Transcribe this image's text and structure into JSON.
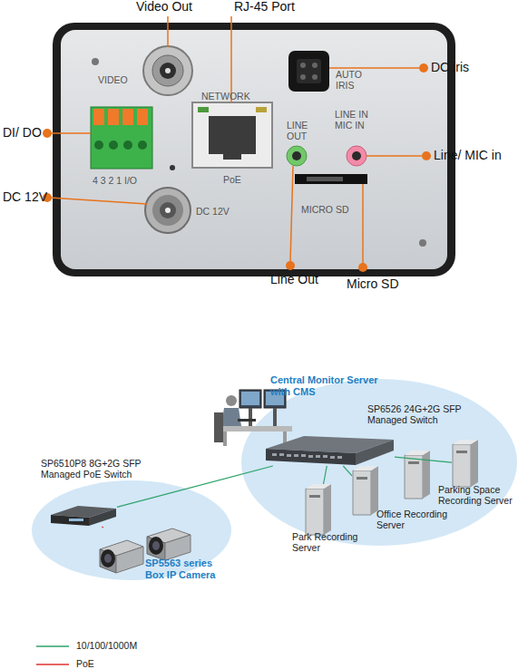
{
  "diagram": {
    "nodes": [
      {
        "text": [
          "Central Monitor Server with CMS"
        ]
      },
      {
        "text": [
          "SP6526 24G+2G SFP Managed Switch"
        ]
      },
      {
        "text": [
          "SP6510P8 8G+2G SFP Managed PoE Switch"
        ]
      },
      {
        "text": [
          "Park Recording Server"
        ]
      },
      {
        "text": [
          "Office Recording Server"
        ]
      },
      {
        "text": [
          "Parking Space Recording Server"
        ]
      },
      {
        "text": [
          "SP5563 series Box IP Camera"
        ]
      }
    ],
    "edges": [
      {
        "from": 2,
        "to": 1,
        "arrow": "none"
      },
      {
        "from": 1,
        "to": 3,
        "arrow": "none"
      },
      {
        "from": 1,
        "to": 4,
        "arrow": "none"
      },
      {
        "from": 1,
        "to": 5,
        "arrow": "none"
      },
      {
        "from": 2,
        "to": 6,
        "arrow": "none"
      }
    ],
    "labels": [
      "Video Out",
      "RJ-45 Port",
      "DC iris",
      "VIDEO",
      "NETWORK",
      "AUTO IRIS",
      "DI/ DO",
      "LINE OUT",
      "LINE IN MIC IN",
      "4 3 2 1 I/O",
      "PoE",
      "DC 12V",
      "DC 12V",
      "MICRO SD",
      "Line/ MIC in",
      "Line Out",
      "Micro SD"
    ],
    "legend": [
      {
        "text": "10/100/1000M"
      },
      {
        "text": "PoE"
      }
    ]
  }
}
